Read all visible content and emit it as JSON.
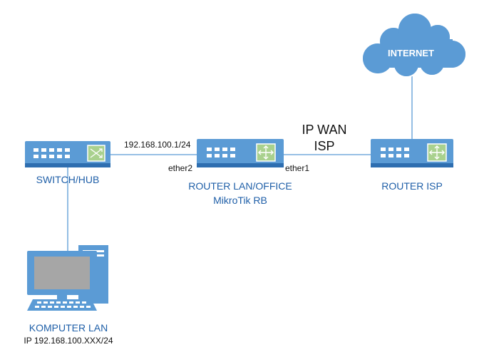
{
  "colors": {
    "device_blue": "#5b9bd5",
    "device_dark": "#2e6eb0",
    "port_white": "#ffffff",
    "router_icon_green": "#a9d18e",
    "link_line": "#5b9bd5",
    "label_blue": "#1f5fa8",
    "label_black": "#111111"
  },
  "nodes": {
    "internet": {
      "label": "INTERNET",
      "icon": "cloud-icon"
    },
    "router_isp": {
      "label": "ROUTER ISP",
      "icon": "router-icon"
    },
    "router_office": {
      "label_line1": "ROUTER LAN/OFFICE",
      "label_line2": "MikroTik RB",
      "icon": "router-icon"
    },
    "switch": {
      "label": "SWITCH/HUB",
      "icon": "switch-icon"
    },
    "computer": {
      "label_line1": "KOMPUTER LAN",
      "label_line2": "IP 192.168.100.XXX/24",
      "icon": "computer-icon"
    }
  },
  "links": {
    "wan": {
      "title_line1": "IP WAN",
      "title_line2": "ISP",
      "port": "ether1"
    },
    "lan": {
      "address": "192.168.100.1/24",
      "port": "ether2"
    }
  }
}
